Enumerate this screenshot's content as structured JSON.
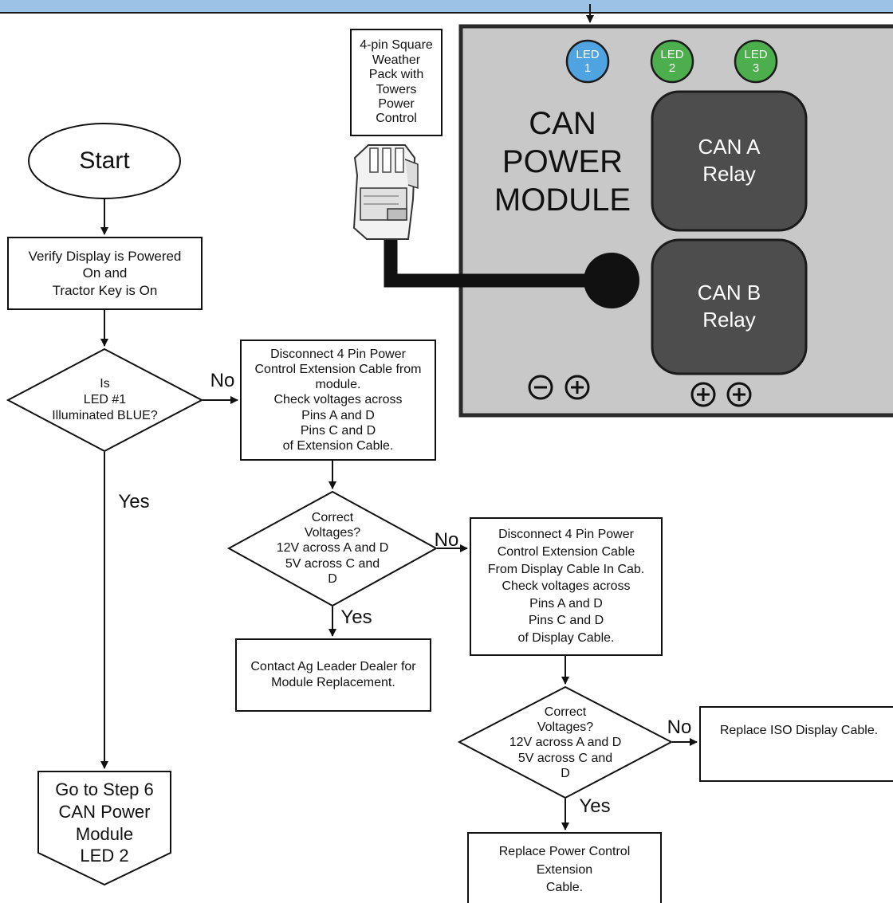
{
  "power_module": {
    "title": "CAN\nPOWER\nMODULE",
    "leds": [
      {
        "label": "LED\n1",
        "color": "#4fa3e0"
      },
      {
        "label": "LED\n2",
        "color": "#4cae4c"
      },
      {
        "label": "LED\n3",
        "color": "#4cae4c"
      }
    ],
    "relay_a": "CAN A\nRelay",
    "relay_b": "CAN B\nRelay",
    "connector_label": "4-pin Square\nWeather\nPack with\nTowers\nPower\nControl"
  },
  "flow": {
    "start": "Start",
    "verify": "Verify Display is Powered\nOn and\nTractor Key is On",
    "led1_question": "Is\nLED #1\nIlluminated BLUE?",
    "disconnect_module": "Disconnect 4 Pin Power\nControl Extension Cable from\nmodule.\nCheck voltages across\nPins A and D\nPins C and D\nof Extension Cable.",
    "voltages_q1": "Correct\nVoltages?\n12V across A and D\n5V across C and\nD",
    "contact_dealer": "Contact Ag Leader Dealer for\nModule Replacement.",
    "disconnect_display": "Disconnect 4 Pin Power\nControl Extension Cable\nFrom Display Cable In Cab.\nCheck voltages across\nPins A and D\nPins C and D\nof Display Cable.",
    "voltages_q2": "Correct\nVoltages?\n12V across A and D\n5V across C and\nD",
    "replace_iso": "Replace ISO Display Cable.",
    "replace_extension": "Replace Power Control\nExtension\nCable.",
    "goto_step": "Go to Step 6\nCAN Power\nModule\nLED 2"
  },
  "labels": {
    "no_1": "No",
    "yes_1": "Yes",
    "no_2": "No",
    "yes_2": "Yes",
    "no_3": "No",
    "yes_3": "Yes"
  },
  "colors": {
    "module_gray": "#c8c8c8",
    "relay_dark": "#4d4d4d",
    "header_blue": "#9cc2e5"
  }
}
